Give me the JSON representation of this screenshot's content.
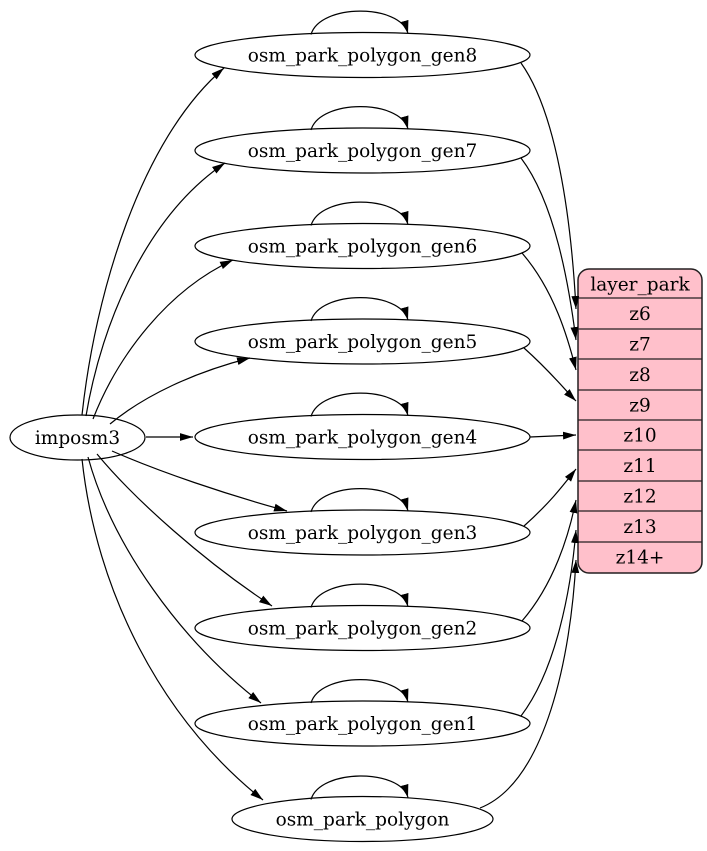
{
  "diagram": {
    "type": "etl-dependency-graph",
    "imposm3": {
      "label": "imposm3"
    },
    "tables": [
      {
        "label": "osm_park_polygon_gen8",
        "source": "imposm3",
        "self_loop": true,
        "feeds_row": "z6"
      },
      {
        "label": "osm_park_polygon_gen7",
        "source": "imposm3",
        "self_loop": true,
        "feeds_row": "z7"
      },
      {
        "label": "osm_park_polygon_gen6",
        "source": "imposm3",
        "self_loop": true,
        "feeds_row": "z8"
      },
      {
        "label": "osm_park_polygon_gen5",
        "source": "imposm3",
        "self_loop": true,
        "feeds_row": "z9"
      },
      {
        "label": "osm_park_polygon_gen4",
        "source": "imposm3",
        "self_loop": true,
        "feeds_row": "z10"
      },
      {
        "label": "osm_park_polygon_gen3",
        "source": "imposm3",
        "self_loop": true,
        "feeds_row": "z11"
      },
      {
        "label": "osm_park_polygon_gen2",
        "source": "imposm3",
        "self_loop": true,
        "feeds_row": "z12"
      },
      {
        "label": "osm_park_polygon_gen1",
        "source": "imposm3",
        "self_loop": true,
        "feeds_row": "z13"
      },
      {
        "label": "osm_park_polygon",
        "source": "imposm3",
        "self_loop": true,
        "feeds_row": "z14+"
      }
    ],
    "layer": {
      "title": "layer_park",
      "rows": [
        "z6",
        "z7",
        "z8",
        "z9",
        "z10",
        "z11",
        "z12",
        "z13",
        "z14+"
      ]
    },
    "colors": {
      "layer_fill": "#ffc0cb",
      "layer_stroke": "#241f20",
      "node_fill": "#ffffff",
      "edge": "#000000",
      "background": "#ffffff"
    }
  }
}
